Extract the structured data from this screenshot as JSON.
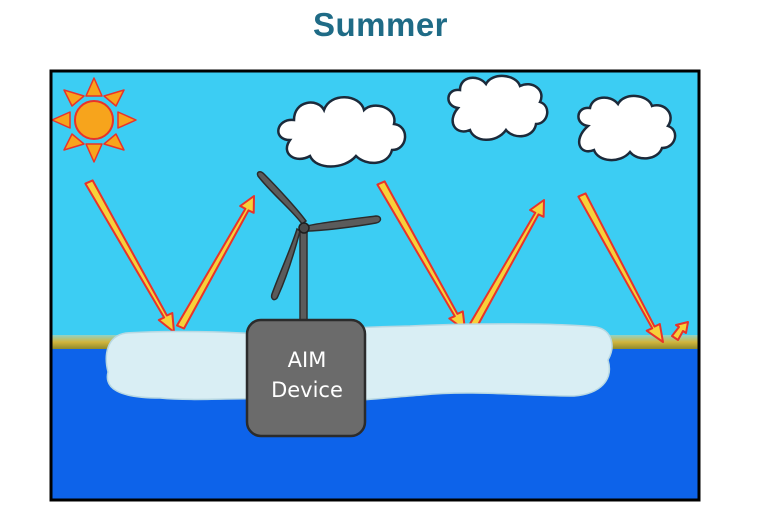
{
  "title": "Summer",
  "device": {
    "line1": "AIM",
    "line2": "Device"
  },
  "colors": {
    "title": "#1f6b86",
    "sky": "#3ccdf3",
    "water": "#0d63ea",
    "ice": "#d9eef4",
    "device": "#6b6b6b",
    "turbine": "#5b5b5b",
    "sun": "#f7a41c",
    "sun_rays": "#e8332a",
    "arrow_fill": "#f7d13a",
    "arrow_outline": "#e8332a",
    "horizon": "#c9b23a"
  },
  "icons": [
    "sun-icon",
    "cloud-icon",
    "wind-turbine-icon",
    "radiation-arrow-icon"
  ]
}
